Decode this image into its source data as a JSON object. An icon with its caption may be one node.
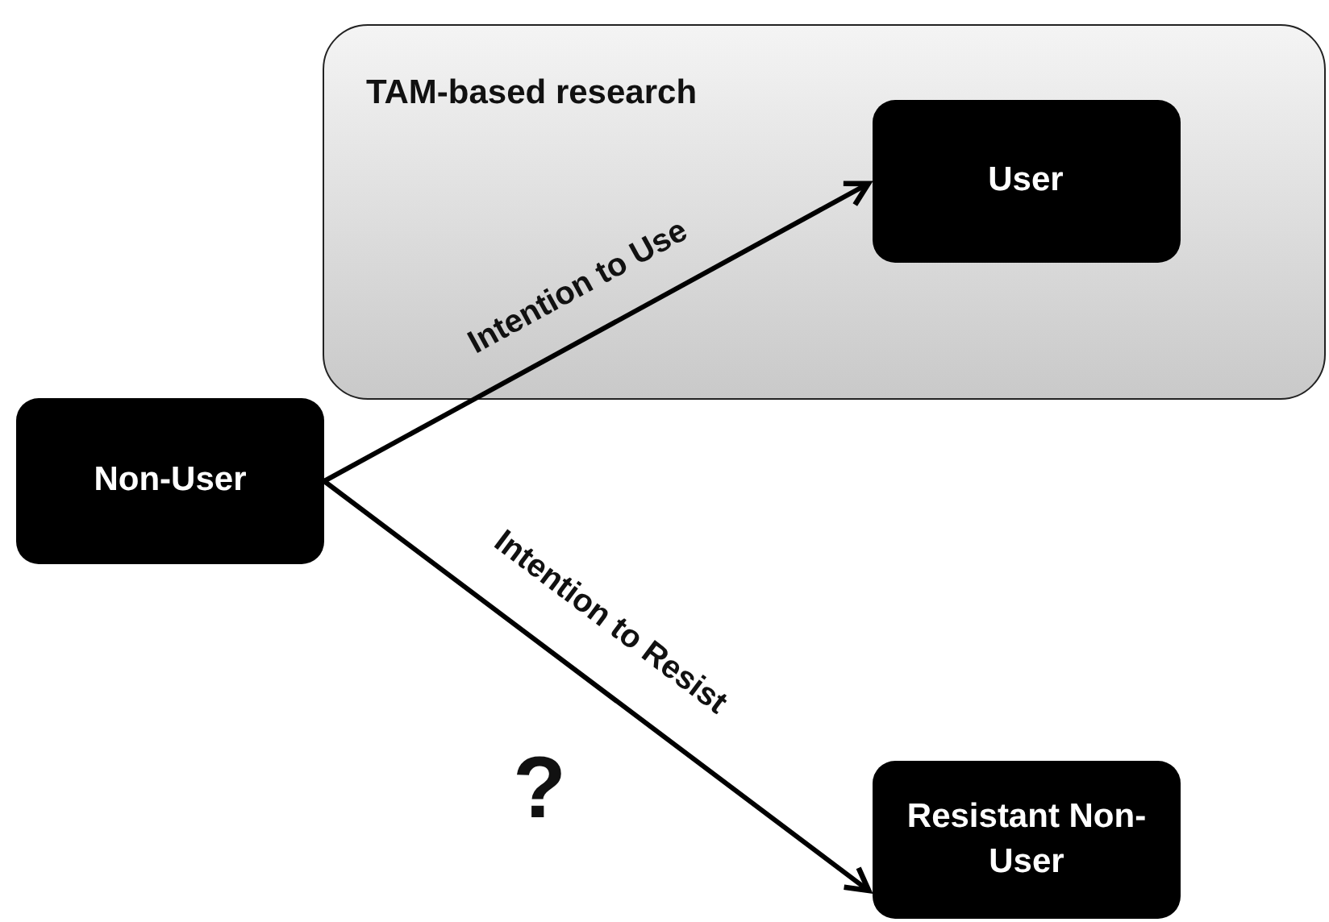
{
  "diagram": {
    "nodes": [
      {
        "text": [
          "TAM-based research"
        ]
      },
      {
        "text": [
          "User"
        ],
        "in": 0
      },
      {
        "text": [
          "Non-User"
        ]
      },
      {
        "text": [
          "Resistant Non-User"
        ]
      }
    ],
    "edges": [
      {
        "from": 2,
        "to": 1,
        "arrow": "to",
        "label": "Intention to Use"
      },
      {
        "from": 2,
        "to": 3,
        "arrow": "to",
        "label": "Intention to Resist"
      }
    ],
    "labels": [
      "?"
    ]
  }
}
